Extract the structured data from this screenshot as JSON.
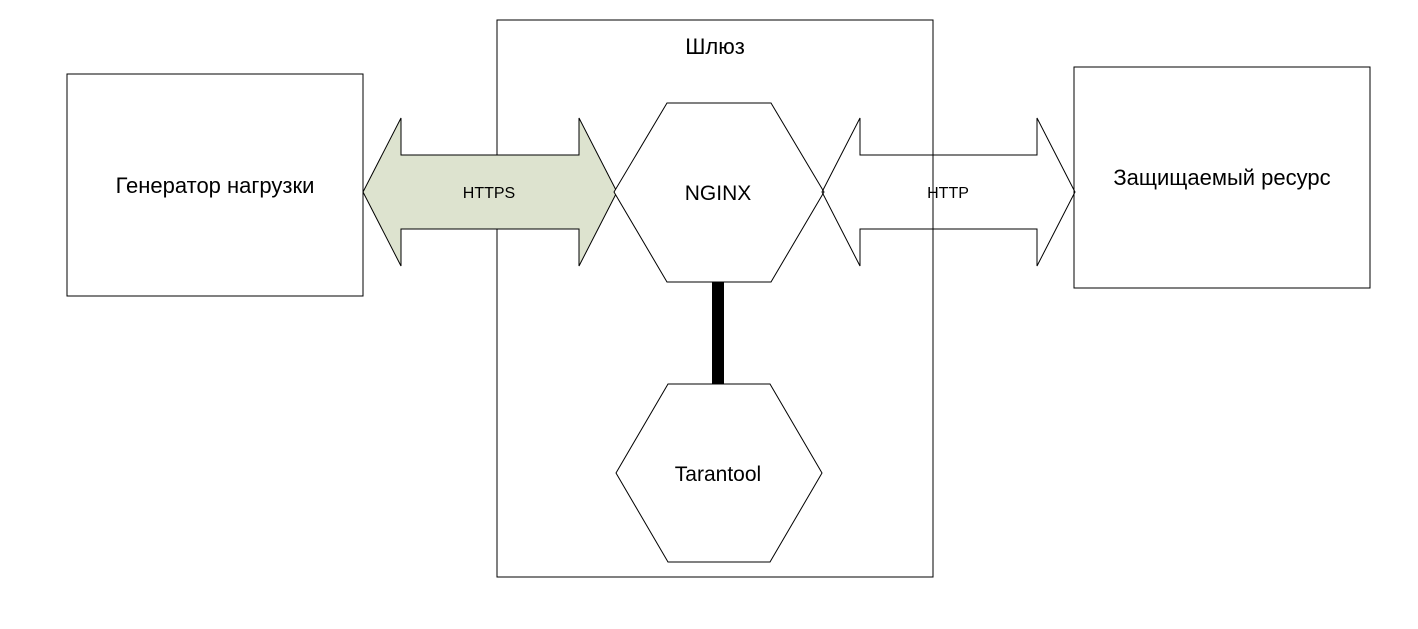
{
  "gateway": {
    "label": "Шлюз"
  },
  "load_generator": {
    "label": "Генератор нагрузки"
  },
  "protected_resource": {
    "label": "Защищаемый ресурс"
  },
  "nginx": {
    "label": "NGINX"
  },
  "tarantool": {
    "label": "Tarantool"
  },
  "https_link": {
    "label": "HTTPS",
    "fill": "#dde3cf"
  },
  "http_link": {
    "label": "HTTP",
    "fill": "#ffffff"
  },
  "colors": {
    "stroke": "#000000",
    "background": "#ffffff"
  }
}
